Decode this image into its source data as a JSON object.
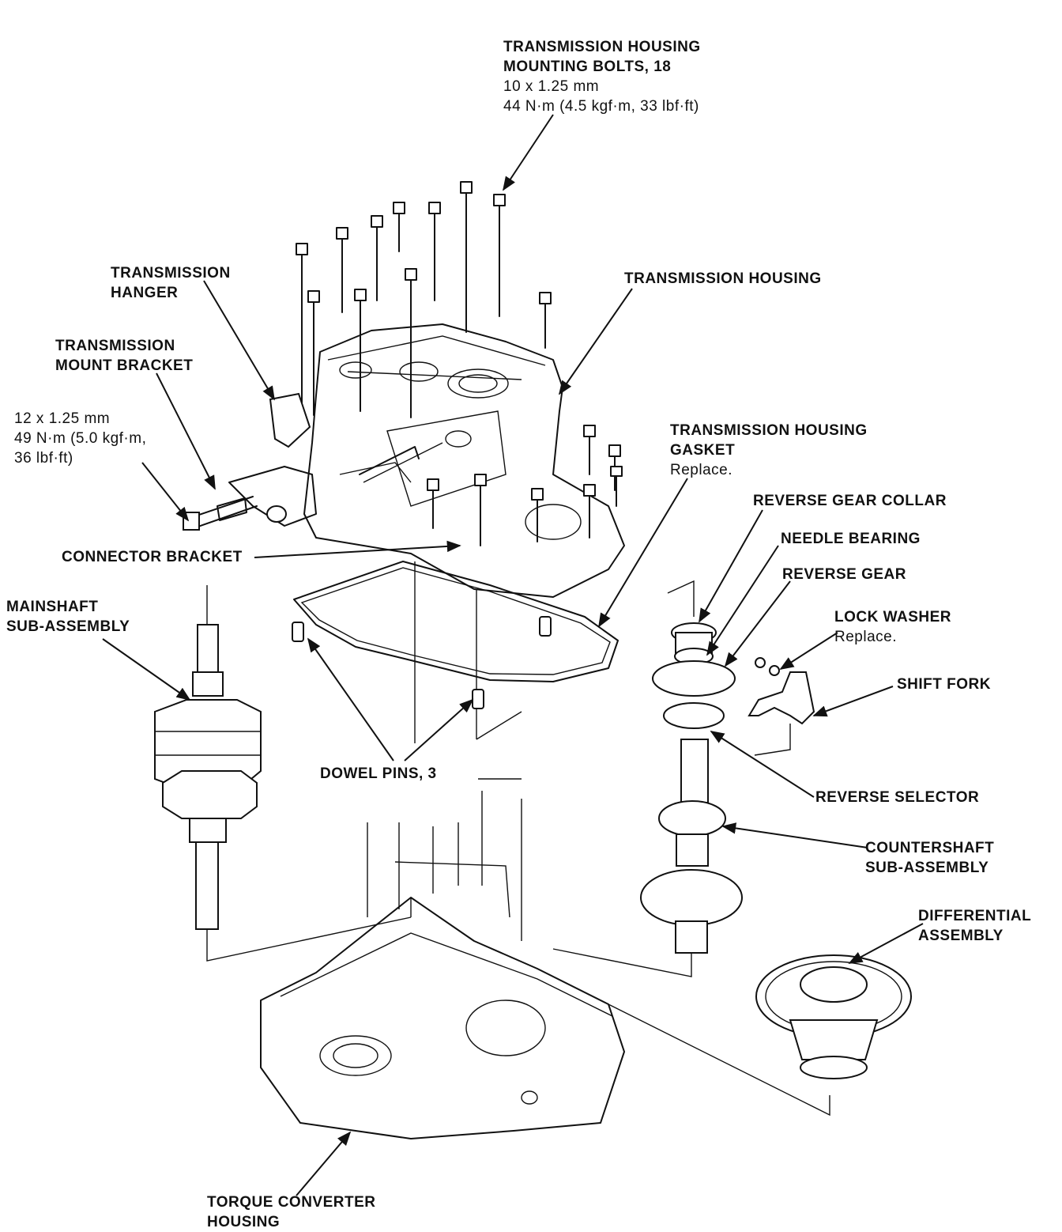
{
  "labels": {
    "bolts": {
      "line1": "TRANSMISSION HOUSING",
      "line2": "MOUNTING BOLTS, 18",
      "line3": "10 x 1.25 mm",
      "line4": "44 N·m (4.5 kgf·m, 33 lbf·ft)"
    },
    "hanger": {
      "line1": "TRANSMISSION",
      "line2": "HANGER"
    },
    "housing": "TRANSMISSION HOUSING",
    "mount_bracket": {
      "line1": "TRANSMISSION",
      "line2": "MOUNT BRACKET"
    },
    "torque_spec": {
      "line1": "12 x 1.25 mm",
      "line2": "49 N·m (5.0 kgf·m,",
      "line3": "36 lbf·ft)"
    },
    "gasket": {
      "line1": "TRANSMISSION HOUSING",
      "line2": "GASKET",
      "note": "Replace."
    },
    "reverse_gear_collar": "REVERSE GEAR COLLAR",
    "needle_bearing": "NEEDLE BEARING",
    "reverse_gear": "REVERSE GEAR",
    "lock_washer": {
      "line1": "LOCK WASHER",
      "note": "Replace."
    },
    "shift_fork": "SHIFT FORK",
    "connector_bracket": "CONNECTOR BRACKET",
    "mainshaft": {
      "line1": "MAINSHAFT",
      "line2": "SUB-ASSEMBLY"
    },
    "dowel_pins": "DOWEL PINS, 3",
    "reverse_selector": "REVERSE SELECTOR",
    "countershaft": {
      "line1": "COUNTERSHAFT",
      "line2": "SUB-ASSEMBLY"
    },
    "differential": {
      "line1": "DIFFERENTIAL",
      "line2": "ASSEMBLY"
    },
    "torque_converter": {
      "line1": "TORQUE CONVERTER",
      "line2": "HOUSING"
    }
  }
}
